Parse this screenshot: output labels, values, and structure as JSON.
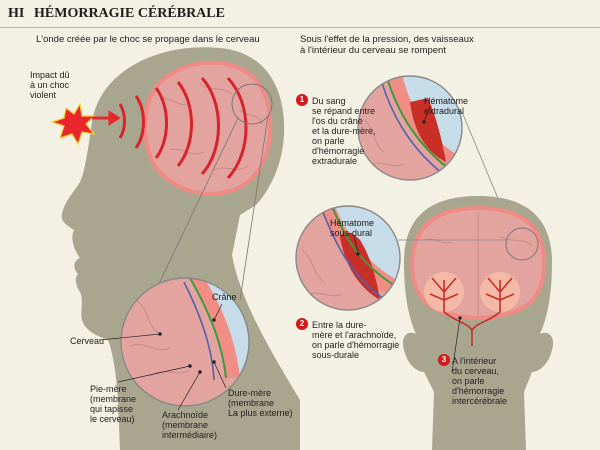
{
  "header": {
    "code": "HI",
    "title": "HÉMORRAGIE CÉRÉBRALE"
  },
  "left": {
    "caption": "L'onde créée par le choc se propage dans le cerveau",
    "impact_label": "Impact dû\nà un choc\nviolent",
    "labels": {
      "crane": "Crâne",
      "cerveau": "Cerveau",
      "pie_mere": "Pie-mère\n(membrane\nqui tapisse\nle cerveau)",
      "arachnoide": "Arachnoïde\n(membrane\nintermédiaire)",
      "dure_mere": "Dure-mère\n(membrane\nLa plus externe)"
    }
  },
  "right": {
    "caption": "Sous l'effet de la pression, des vaisseaux\nà l'intérieur du cerveau se rompent",
    "steps": [
      {
        "number": "1",
        "text": "Du sang\nse répand entre\nl'os du crâne\net la dure-mère,\non parle\nd'hémorragie\nextradurale"
      },
      {
        "number": "2",
        "text": "Entre la dure-\nmère et l'arachnoïde,\non parle d'hémorragie\nsous-durale"
      },
      {
        "number": "3",
        "text": "A l'intérieur\ndu cerveau,\non parle\nd'hémorragie\nintercérébrale"
      }
    ],
    "hematome_extradural": "Hématome\nextradural",
    "hematome_sous_dural": "Hématome\nsous-dural"
  },
  "colors": {
    "background": "#f3f0e4",
    "head": "#a9a690",
    "brain": "#e3a4a0",
    "brain_edge": "#e67a78",
    "wave": "#d7232b",
    "skull": "#c6dde9",
    "dura": "#f08e86",
    "arachnoid": "#3e9a3f",
    "pia": "#5060b0",
    "blood": "#c82f27",
    "badge": "#d3191c"
  }
}
